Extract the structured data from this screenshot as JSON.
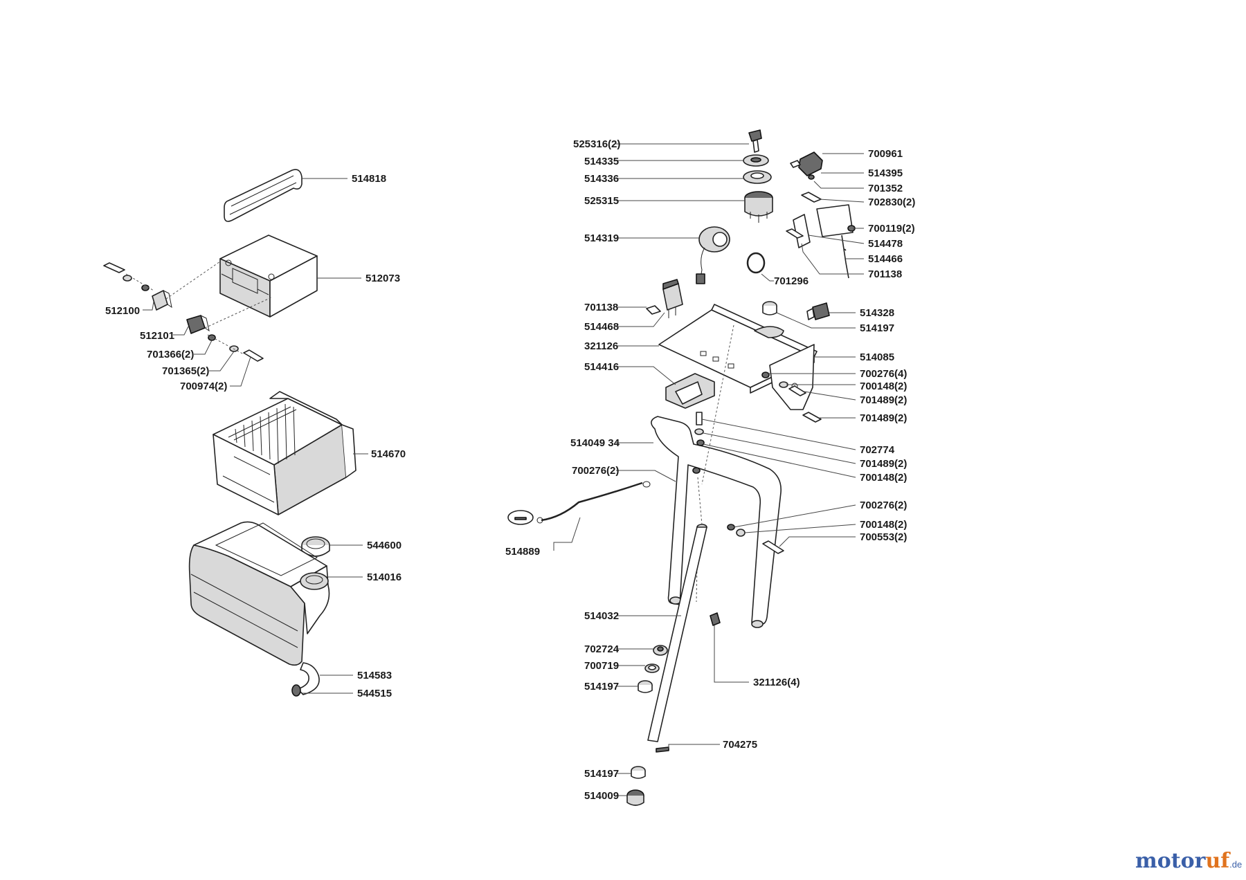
{
  "logo": {
    "part1": "motor",
    "part2": "uf",
    "suffix": ".de",
    "color1": "#3a5fa8",
    "color2": "#e0731e"
  },
  "labels": [
    {
      "id": "l-514818",
      "text": "514818"
    },
    {
      "id": "l-512073",
      "text": "512073"
    },
    {
      "id": "l-512100",
      "text": "512100"
    },
    {
      "id": "l-512101",
      "text": "512101"
    },
    {
      "id": "l-701366",
      "text": "701366(2)"
    },
    {
      "id": "l-701365",
      "text": "701365(2)"
    },
    {
      "id": "l-700974",
      "text": "700974(2)"
    },
    {
      "id": "l-514670",
      "text": "514670"
    },
    {
      "id": "l-544600",
      "text": "544600"
    },
    {
      "id": "l-514016",
      "text": "514016"
    },
    {
      "id": "l-514583",
      "text": "514583"
    },
    {
      "id": "l-544515",
      "text": "544515"
    },
    {
      "id": "l-525316",
      "text": "525316(2)"
    },
    {
      "id": "l-514335",
      "text": "514335"
    },
    {
      "id": "l-514336",
      "text": "514336"
    },
    {
      "id": "l-525315",
      "text": "525315"
    },
    {
      "id": "l-514319",
      "text": "514319"
    },
    {
      "id": "l-701138a",
      "text": "701138"
    },
    {
      "id": "l-514468",
      "text": "514468"
    },
    {
      "id": "l-321126",
      "text": "321126"
    },
    {
      "id": "l-514416",
      "text": "514416"
    },
    {
      "id": "l-514049",
      "text": "514049 34"
    },
    {
      "id": "l-700276L",
      "text": "700276(2)"
    },
    {
      "id": "l-514889",
      "text": "514889"
    },
    {
      "id": "l-514032",
      "text": "514032"
    },
    {
      "id": "l-702724",
      "text": "702724"
    },
    {
      "id": "l-700719",
      "text": "700719"
    },
    {
      "id": "l-514197a",
      "text": "514197"
    },
    {
      "id": "l-514197b",
      "text": "514197"
    },
    {
      "id": "l-514009",
      "text": "514009"
    },
    {
      "id": "l-700961",
      "text": "700961"
    },
    {
      "id": "l-514395",
      "text": "514395"
    },
    {
      "id": "l-701352",
      "text": "701352"
    },
    {
      "id": "l-702830",
      "text": "702830(2)"
    },
    {
      "id": "l-700119",
      "text": "700119(2)"
    },
    {
      "id": "l-514478",
      "text": "514478"
    },
    {
      "id": "l-514466",
      "text": "514466"
    },
    {
      "id": "l-701138b",
      "text": "701138"
    },
    {
      "id": "l-701296",
      "text": "701296"
    },
    {
      "id": "l-514328",
      "text": "514328"
    },
    {
      "id": "l-514197c",
      "text": "514197"
    },
    {
      "id": "l-514085",
      "text": "514085"
    },
    {
      "id": "l-700276a",
      "text": "700276(4)"
    },
    {
      "id": "l-700148a",
      "text": "700148(2)"
    },
    {
      "id": "l-701489a",
      "text": "701489(2)"
    },
    {
      "id": "l-701489b",
      "text": "701489(2)"
    },
    {
      "id": "l-702774",
      "text": "702774"
    },
    {
      "id": "l-701489c",
      "text": "701489(2)"
    },
    {
      "id": "l-700148b",
      "text": "700148(2)"
    },
    {
      "id": "l-700276b",
      "text": "700276(2)"
    },
    {
      "id": "l-700148c",
      "text": "700148(2)"
    },
    {
      "id": "l-700553",
      "text": "700553(2)"
    },
    {
      "id": "l-321126b",
      "text": "321126(4)"
    },
    {
      "id": "l-704275",
      "text": "704275"
    }
  ]
}
